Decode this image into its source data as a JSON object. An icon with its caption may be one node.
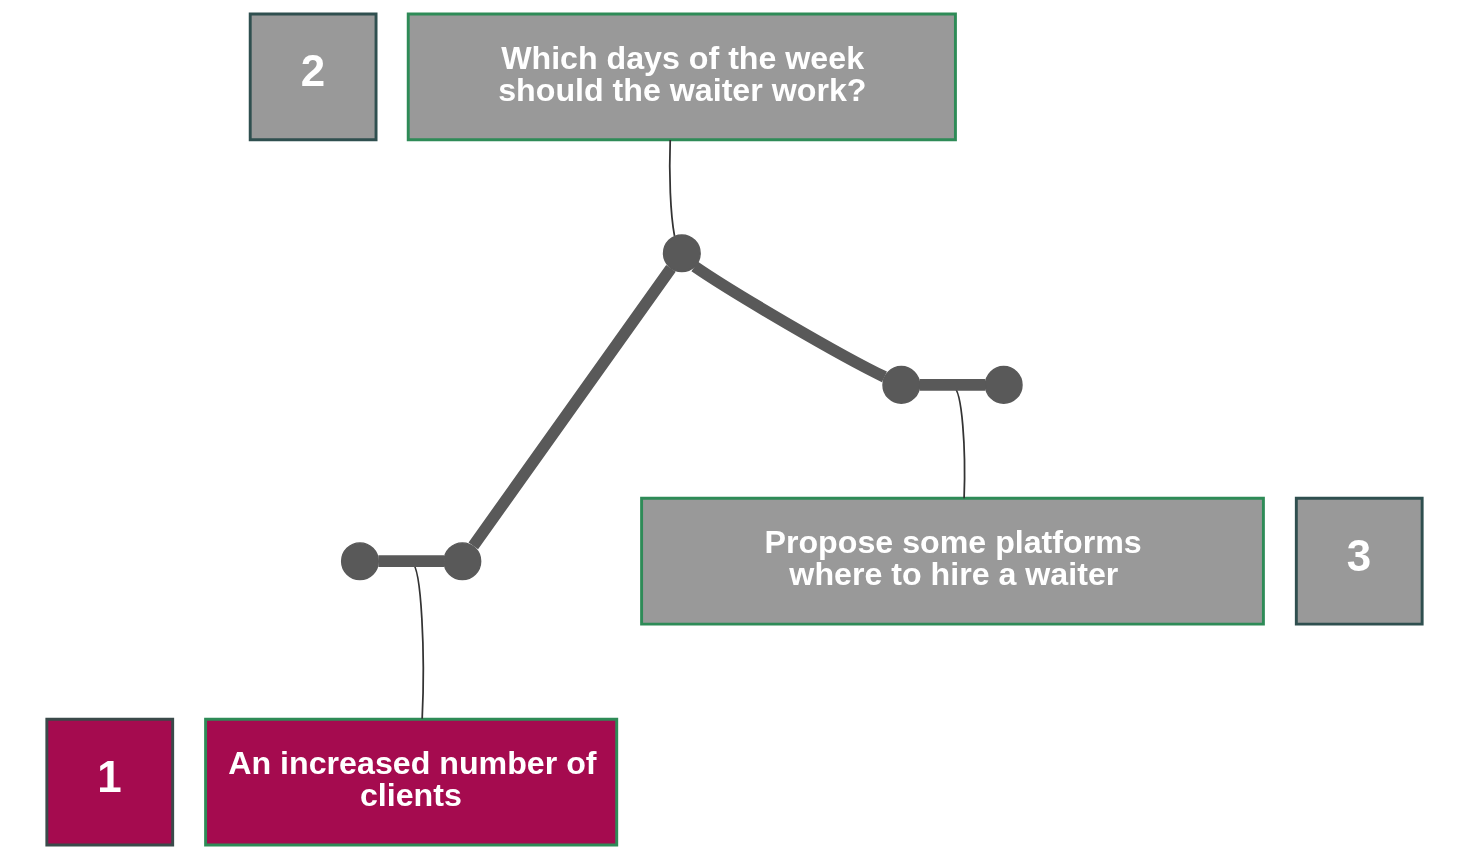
{
  "diagram": {
    "nodes": [
      {
        "text": [
          "1"
        ]
      },
      {
        "text": [
          "An increased number of clients"
        ]
      },
      {
        "text": [
          "2"
        ]
      },
      {
        "text": [
          "Which days of the week should the waiter work?"
        ]
      },
      {
        "text": [
          "Propose some platforms where to hire a waiter"
        ]
      },
      {
        "text": [
          "3"
        ]
      },
      {
        "text": [],
        "shape": "circle"
      },
      {
        "text": [],
        "shape": "circle"
      },
      {
        "text": [],
        "shape": "circle"
      },
      {
        "text": [],
        "shape": "circle"
      },
      {
        "text": [],
        "shape": "circle"
      }
    ],
    "edges": [
      {
        "from": 6,
        "to": 7,
        "arrow": "none"
      },
      {
        "from": 7,
        "to": 8,
        "arrow": "none"
      },
      {
        "from": 8,
        "to": 9,
        "arrow": "none"
      },
      {
        "from": 9,
        "to": 10,
        "arrow": "none"
      },
      {
        "from": 1,
        "to": null,
        "arrow": "none"
      },
      {
        "from": 3,
        "to": 8,
        "arrow": "none"
      },
      {
        "from": 4,
        "to": null,
        "arrow": "none"
      }
    ]
  }
}
